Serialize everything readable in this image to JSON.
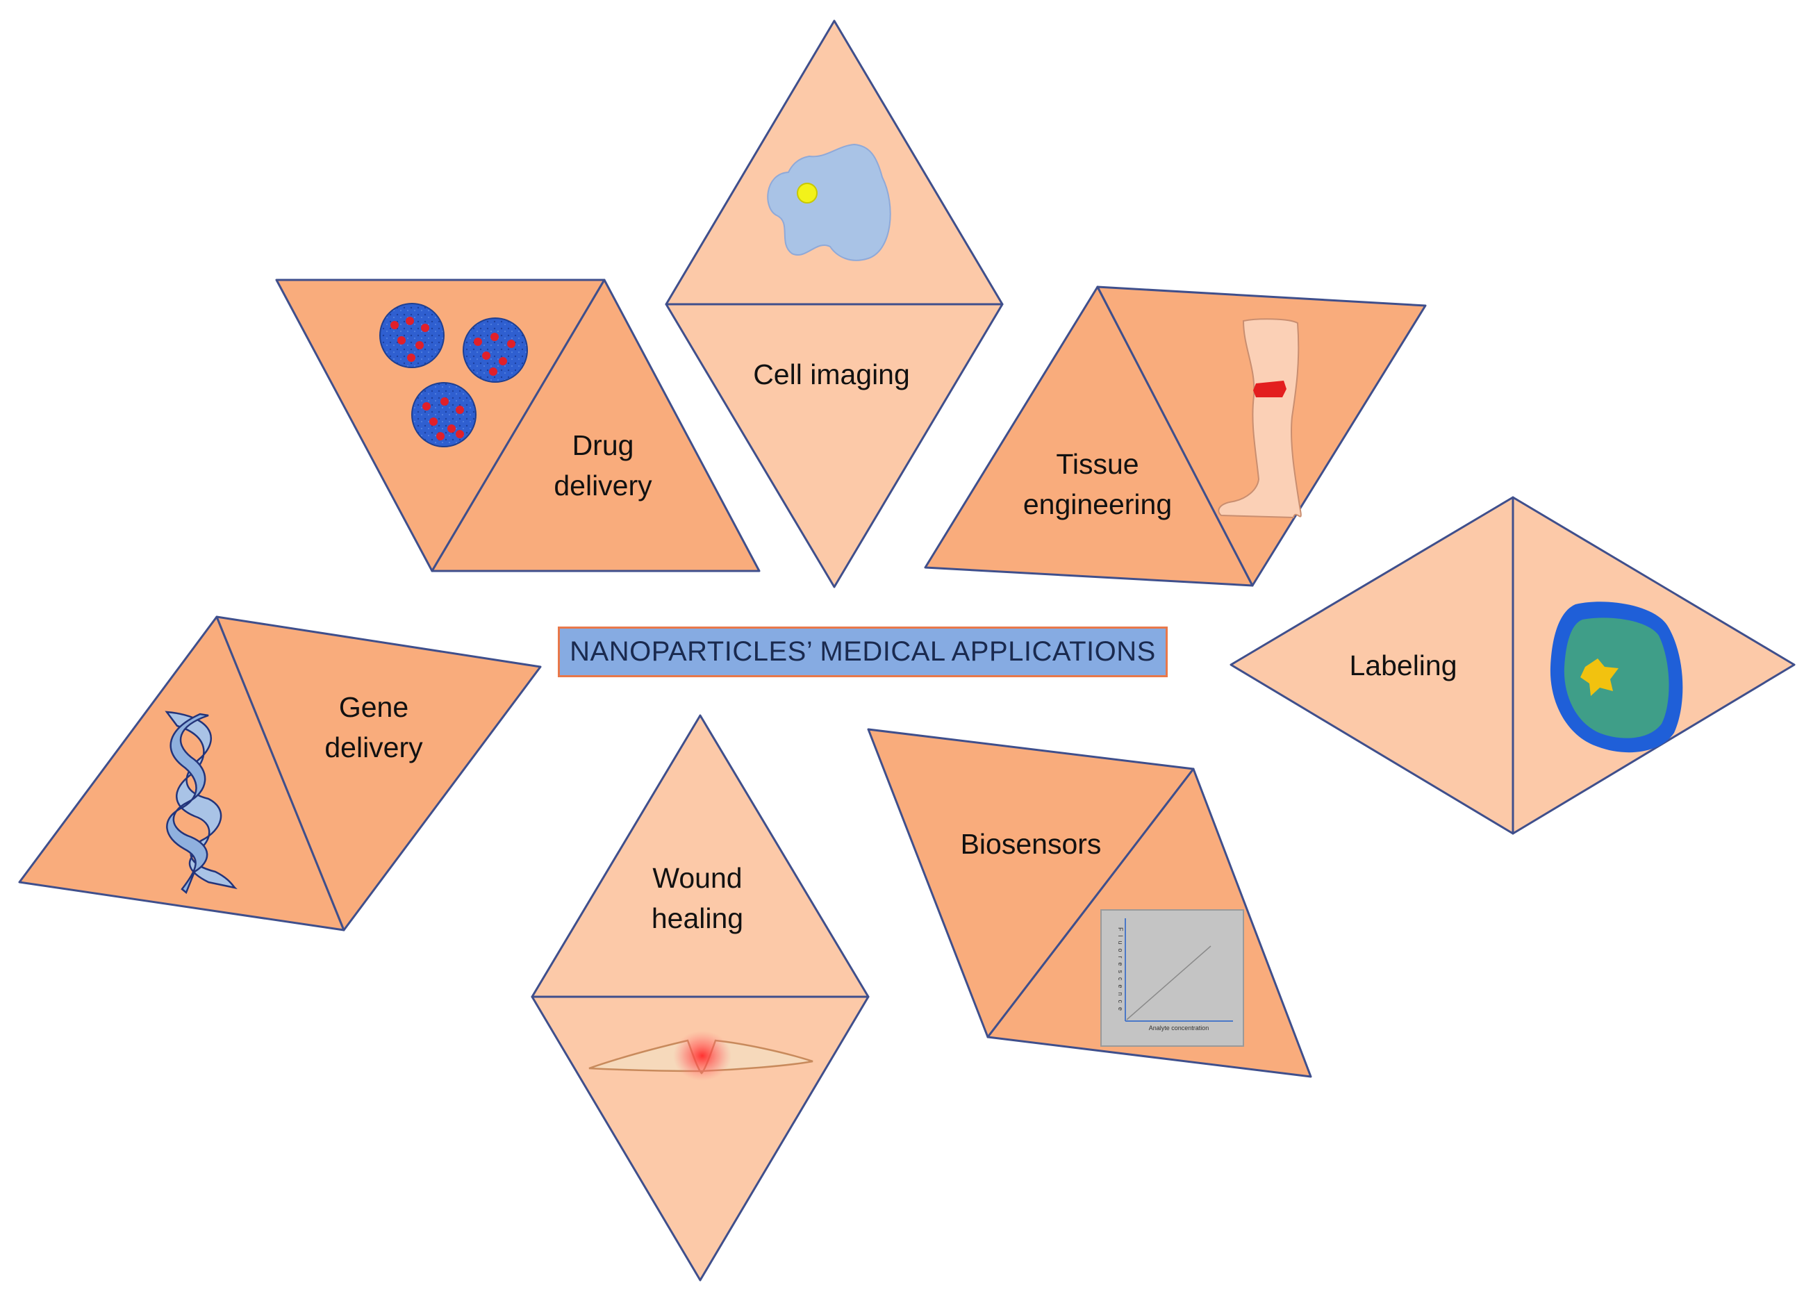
{
  "title": "NANOPARTICLES’ MEDICAL APPLICATIONS",
  "applications": {
    "cell_imaging": "Cell imaging",
    "drug_delivery": [
      "Drug",
      "delivery"
    ],
    "tissue_engineering": [
      "Tissue",
      "engineering"
    ],
    "labeling": "Labeling",
    "gene_delivery": [
      "Gene",
      "delivery"
    ],
    "wound_healing": [
      "Wound",
      "healing"
    ],
    "biosensors": "Biosensors"
  },
  "biosensor_chart": {
    "xlabel": "Analyte concentration",
    "ylabel": "Fluorescence"
  },
  "colors": {
    "light_panel": "#fcc9a8",
    "dark_panel": "#f9ac7c",
    "outline": "#3f4f8c",
    "title_fill": "#86abe2",
    "title_border": "#e9784a"
  }
}
